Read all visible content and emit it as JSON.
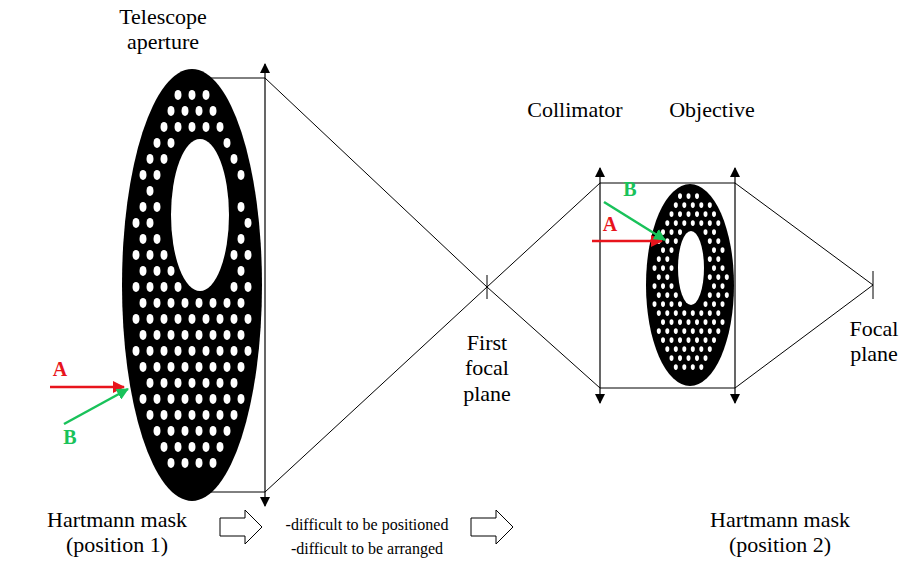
{
  "diagram": {
    "labels": [
      "Telescope aperture",
      "Collimator",
      "Objective",
      "First focal plane",
      "Focal plane",
      "Hartmann mask (position 1)",
      "Hartmann mask (position 2)",
      "-difficult to be positioned",
      "-difficult to be arranged",
      "A",
      "B",
      "A",
      "B"
    ]
  }
}
